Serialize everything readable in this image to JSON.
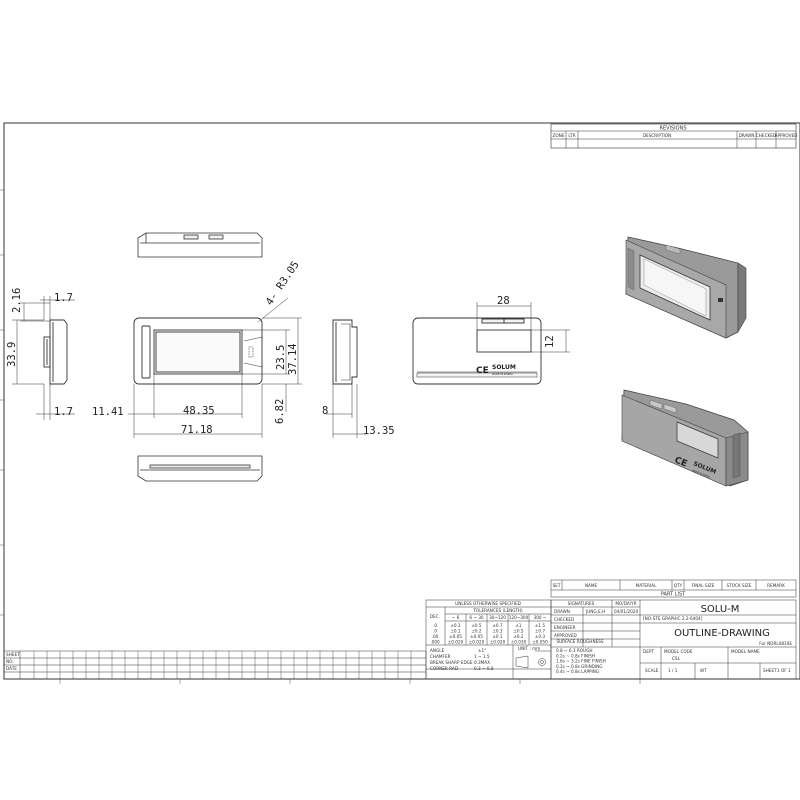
{
  "revisions": {
    "title": "REVISIONS",
    "headers": [
      "ZONE",
      "LTR",
      "DESCRIPTION",
      "DRAWN",
      "CHECKED",
      "APPROVED"
    ]
  },
  "dimensions": {
    "side_top_width": "1.7",
    "side_top_height": "2.16",
    "side_height": "33.9",
    "side_bottom_width": "1.7",
    "left_offset": "11.41",
    "window_width": "48.35",
    "total_width": "71.18",
    "corner_radius": "4- R3.05",
    "window_height": "23.5",
    "total_height": "37.14",
    "bottom_offset": "6.82",
    "right_depth": "8",
    "right_width": "13.35",
    "back_cutout_width": "28",
    "back_cutout_height": "12"
  },
  "product_marks": {
    "ce": "CE",
    "brand": "SOLUM",
    "brand_sub": "MADE IN KOREA"
  },
  "part_list": {
    "title": "PART LIST",
    "headers": [
      "SET",
      "NAME",
      "MATERIAL",
      "QTY",
      "FINAL SIZE",
      "STOCK SIZE",
      "REMARK"
    ]
  },
  "tolerances": {
    "title": "UNLESS OTHERWISE SPECIFIED",
    "length_label": "TOLERANCES (LENGTH)",
    "dec_label": "DEC.",
    "ranges": [
      "~ 6",
      "6 ~ 30",
      "30~120",
      "120~300",
      "300 ~"
    ],
    "rows": [
      {
        "dec": ".0",
        "vals": [
          "±0.3",
          "±0.5",
          "±0.7",
          "±1",
          "±1.5"
        ]
      },
      {
        "dec": ".0",
        "vals": [
          "±0.1",
          "±0.2",
          "±0.3",
          "±0.5",
          "±0.7"
        ]
      },
      {
        "dec": ".00",
        "vals": [
          "±0.05",
          "±0.05",
          "±0.1",
          "±0.2",
          "±0.3"
        ]
      },
      {
        "dec": ".000",
        "vals": [
          "±0.020",
          "±0.020",
          "±0.020",
          "±0.030",
          "±0.050"
        ]
      }
    ],
    "angle_label": "ANGLE",
    "angle_val": "±1°",
    "chamfer_label": "CHAMFER",
    "chamfer_val": "1 ~ 1.5",
    "break_label": "BREAK SHARP EDGE",
    "break_val": "0.3MAX",
    "corner_label": "CORNER RAD",
    "corner_val": "0.3 ~ 0.8",
    "unit_label": "UNIT : mm",
    "roughness_label": "SURFACE ROUGHNESS",
    "roughness": [
      "0.8 ~ 6.3 ROUGH",
      "0.2s ~ 0.8s FINISH",
      "1.6s ~ 3.2s FINE FINISH",
      "0.2s ~ 0.8s GRINDING",
      "0.4s ~ 0.8s LAPPING"
    ]
  },
  "title_block": {
    "signatures": "SIGNATURES",
    "date_header": "MO/DA/YR",
    "drawn_label": "DRAWN",
    "drawn_name": "JUNG,E,H",
    "drawn_date": "04/01/2020",
    "checked_label": "CHECKED",
    "engineer_label": "ENGINEER",
    "approved_label": "APPROVED",
    "company": "SOLU-M",
    "project": "[NO-STE GRAPHIC 2.2-6404]",
    "drawing_title": "OUTLINE-DRAWING",
    "for_label": "For NDRL0810E",
    "dept_label": "DEPT",
    "model_code_label": "MODEL CODE",
    "model_name_label": "MODEL NAME",
    "model_code_value": "CSL",
    "scale_label": "SCALE",
    "scale_value": "1 / 1",
    "wt_label": "WT",
    "sheet_label": "SHEET",
    "sheet_value": "1 OF 1"
  },
  "left_block": {
    "sheet_label": "SHEET",
    "no_label": "NO.",
    "date_label": "DATE"
  }
}
